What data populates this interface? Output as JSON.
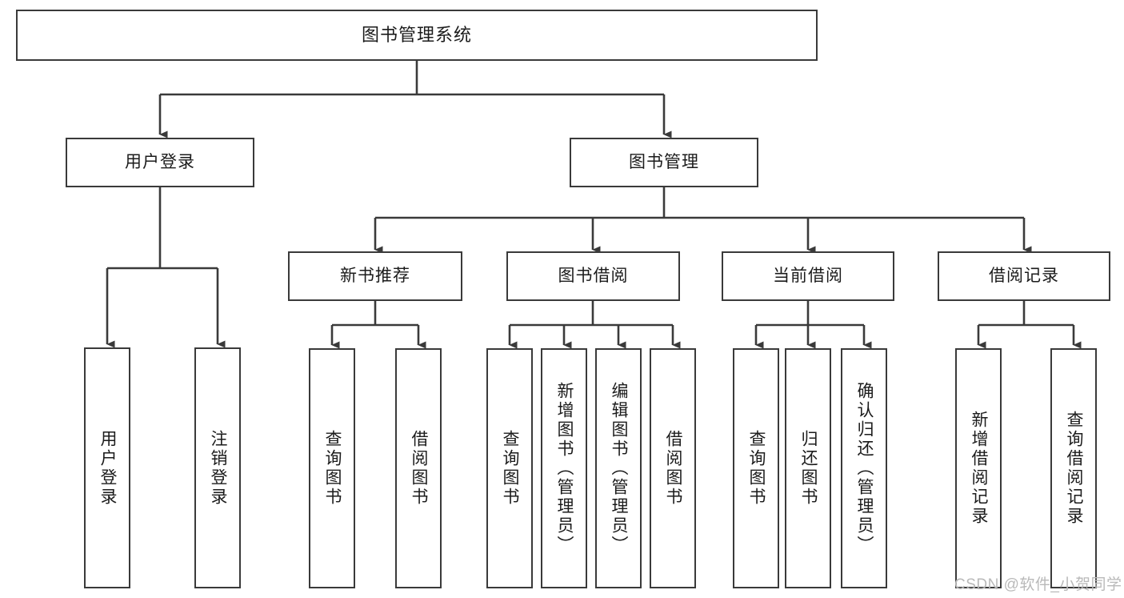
{
  "diagram": {
    "title": "图书管理系统",
    "type": "tree-hierarchy-chart",
    "orientation": "top-down",
    "colors": {
      "stroke": "#3a3a3a",
      "fill": "#ffffff",
      "text": "#1b1b1b",
      "watermark": "#b9b9b9"
    }
  },
  "nodes": {
    "root": {
      "label": "图书管理系统"
    },
    "level1": [
      {
        "id": "user-login",
        "label": "用户登录"
      },
      {
        "id": "book-management",
        "label": "图书管理"
      }
    ],
    "level2": [
      {
        "id": "new-book-recommend",
        "label": "新书推荐"
      },
      {
        "id": "book-borrow",
        "label": "图书借阅"
      },
      {
        "id": "current-borrow",
        "label": "当前借阅"
      },
      {
        "id": "borrow-record",
        "label": "借阅记录"
      }
    ],
    "leaves": {
      "user-login": [
        {
          "id": "leaf-user-login",
          "label": "用户登录"
        },
        {
          "id": "leaf-logout-login",
          "label": "注销登录"
        }
      ],
      "new-book-recommend": [
        {
          "id": "leaf-query-book-1",
          "label": "查询图书"
        },
        {
          "id": "leaf-borrow-book-1",
          "label": "借阅图书"
        }
      ],
      "book-borrow": [
        {
          "id": "leaf-query-book-2",
          "label": "查询图书"
        },
        {
          "id": "leaf-add-book",
          "label": "新增图书（管理员）"
        },
        {
          "id": "leaf-edit-book",
          "label": "编辑图书（管理员）"
        },
        {
          "id": "leaf-borrow-book-2",
          "label": "借阅图书"
        }
      ],
      "current-borrow": [
        {
          "id": "leaf-query-book-3",
          "label": "查询图书"
        },
        {
          "id": "leaf-return-book",
          "label": "归还图书"
        },
        {
          "id": "leaf-confirm-return",
          "label": "确认归还（管理员）"
        }
      ],
      "borrow-record": [
        {
          "id": "leaf-add-record",
          "label": "新增借阅记录"
        },
        {
          "id": "leaf-query-record",
          "label": "查询借阅记录"
        }
      ]
    }
  },
  "watermark": {
    "text": "CSDN @软件_小贺同学"
  }
}
